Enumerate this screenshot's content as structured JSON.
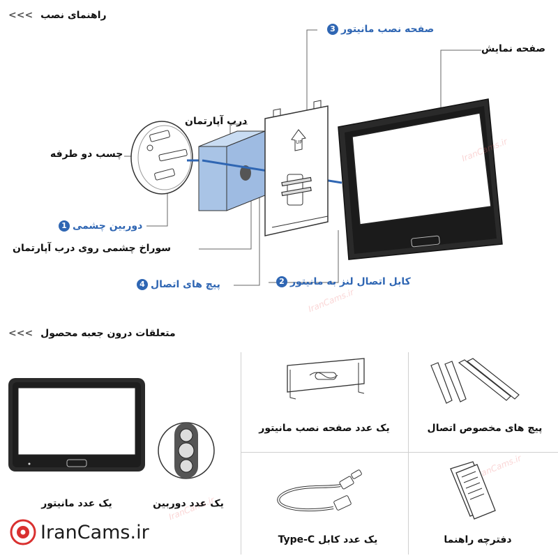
{
  "install_guide": {
    "title": "راهنمای نصب",
    "arrows": "<<<",
    "labels": {
      "display": "صفحه نمایش",
      "mount_plate": "صفحه نصب مانیتور",
      "apartment_door": "درب آپارتمان",
      "double_sided_tape": "چسب دو طرفه",
      "peephole_camera": "دوربین چشمی",
      "door_hole": "سوراخ چشمی روی درب آپارتمان",
      "screws": "پیچ های اتصال",
      "lens_cable": "کابل اتصال لنز به مانیتور"
    },
    "numbers": {
      "mount_plate": "3",
      "peephole_camera": "1",
      "screws": "4",
      "lens_cable": "2"
    },
    "plate_text": "UP"
  },
  "box_contents": {
    "title": "متعلقات درون جعبه محصول",
    "arrows": "<<<",
    "items": [
      {
        "caption": "یک عدد مانیتور"
      },
      {
        "caption": "یک عدد دوربین"
      },
      {
        "caption": "یک عدد صفحه نصب مانیتور"
      },
      {
        "caption": "پیچ های مخصوص اتصال"
      },
      {
        "caption": "یک عدد کابل Type-C"
      },
      {
        "caption": "دفترچه راهنما"
      }
    ]
  },
  "branding": {
    "logo_text": "IranCams.ir",
    "watermark": "IranCams.ir"
  },
  "colors": {
    "accent_blue": "#2f66b3",
    "door_blue": "#a9c4e6",
    "watermark_red": "#ef6b6b",
    "line_gray": "#555555"
  }
}
